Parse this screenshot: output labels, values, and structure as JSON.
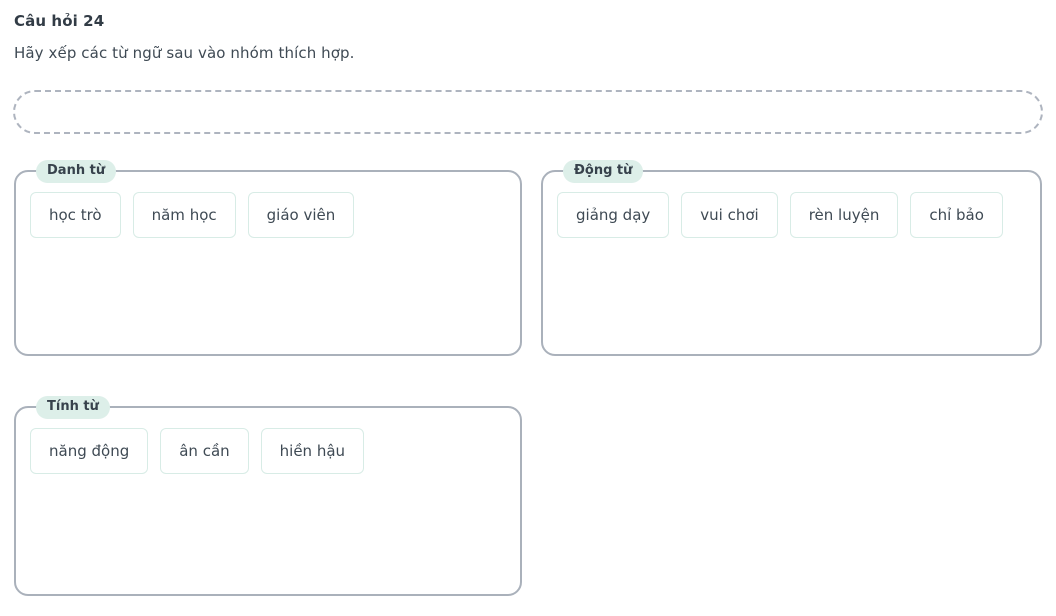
{
  "question": {
    "title": "Câu hỏi 24",
    "prompt": "Hãy xếp các từ ngữ sau vào nhóm thích hợp."
  },
  "drop_tray": {
    "label": "",
    "items": []
  },
  "groups": [
    {
      "id": "danh-tu",
      "legend": "Danh từ",
      "items": [
        "học trò",
        "năm học",
        "giáo viên"
      ]
    },
    {
      "id": "dong-tu",
      "legend": "Động từ",
      "items": [
        "giảng dạy",
        "vui chơi",
        "rèn luyện",
        "chỉ bảo"
      ]
    },
    {
      "id": "tinh-tu",
      "legend": "Tính từ",
      "items": [
        "năng động",
        "ân cần",
        "hiền hậu"
      ]
    }
  ],
  "colors": {
    "page_background": "#ffffff",
    "text": "#3f4a54",
    "heading": "#323c46",
    "group_border": "#aab1bb",
    "tray_border": "#aeb4bf",
    "legend_background": "#ddefe9",
    "chip_border": "#d8ece6",
    "chip_background": "#ffffff"
  }
}
